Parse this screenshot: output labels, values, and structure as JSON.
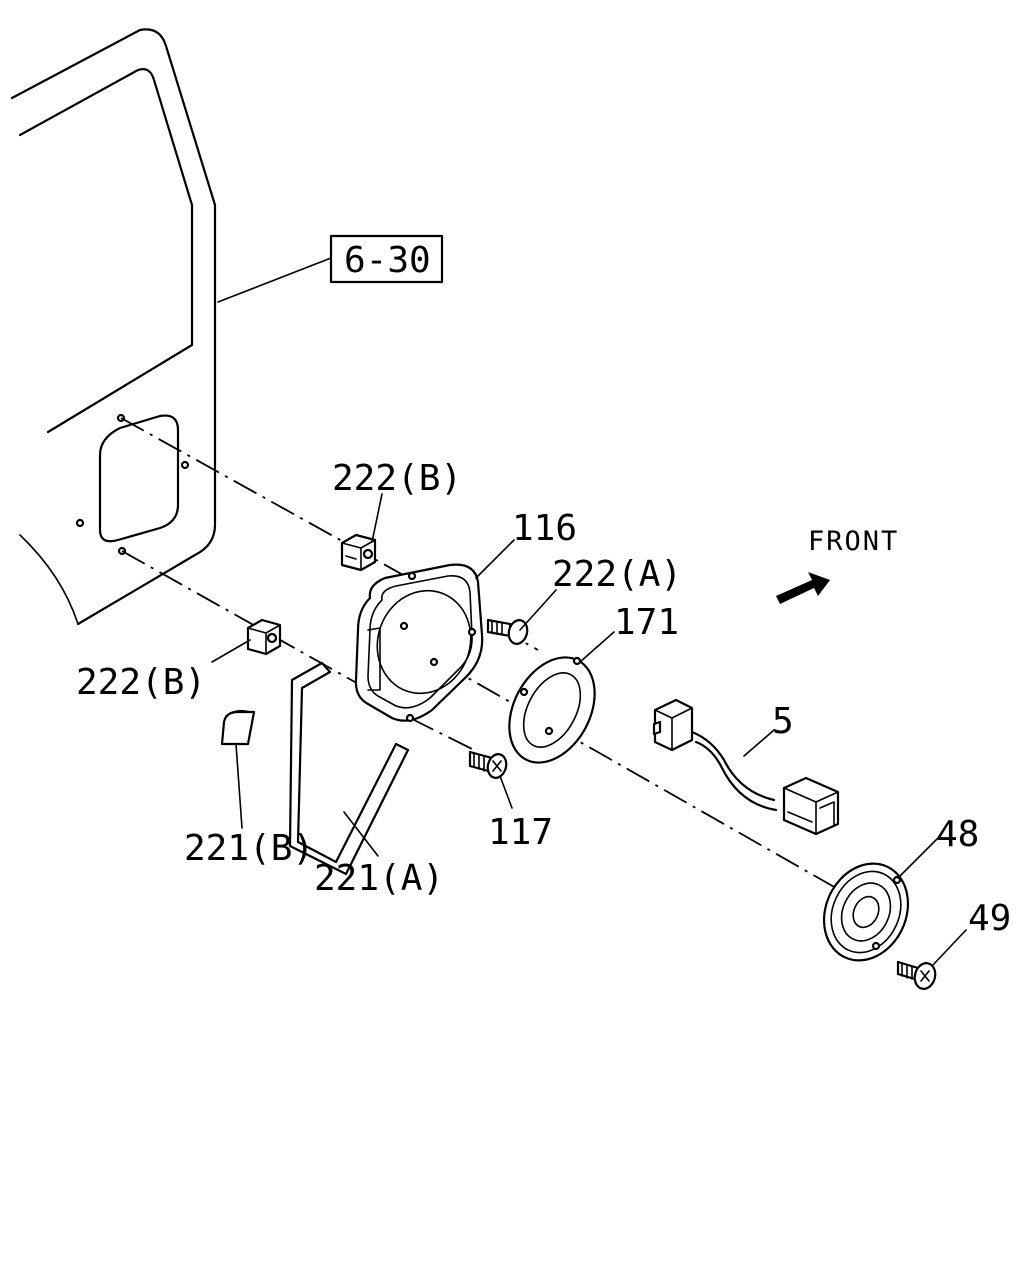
{
  "ref_box": "6-30",
  "front_label": "FRONT",
  "labels": {
    "p116": "116",
    "p222a": "222(A)",
    "p222b_top": "222(B)",
    "p222b_left": "222(B)",
    "p171": "171",
    "p5": "5",
    "p48": "48",
    "p49": "49",
    "p117": "117",
    "p221a": "221(A)",
    "p221b": "221(B)"
  }
}
